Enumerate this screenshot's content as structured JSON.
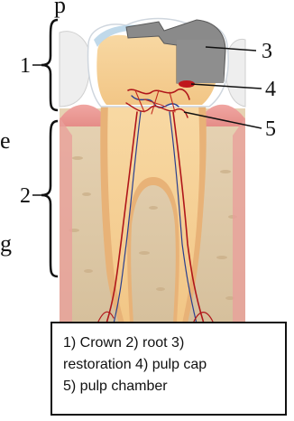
{
  "diagram": {
    "top_fragment": "p",
    "side_fragments": [
      "e",
      "g"
    ],
    "markers": [
      {
        "id": "1",
        "text": "1"
      },
      {
        "id": "2",
        "text": "2"
      },
      {
        "id": "3",
        "text": "3"
      },
      {
        "id": "4",
        "text": "4"
      },
      {
        "id": "5",
        "text": "5"
      }
    ]
  },
  "caption": {
    "lines": [
      "1) Crown 2) root 3)",
      "restoration 4) pulp cap",
      "5) pulp chamber"
    ]
  }
}
